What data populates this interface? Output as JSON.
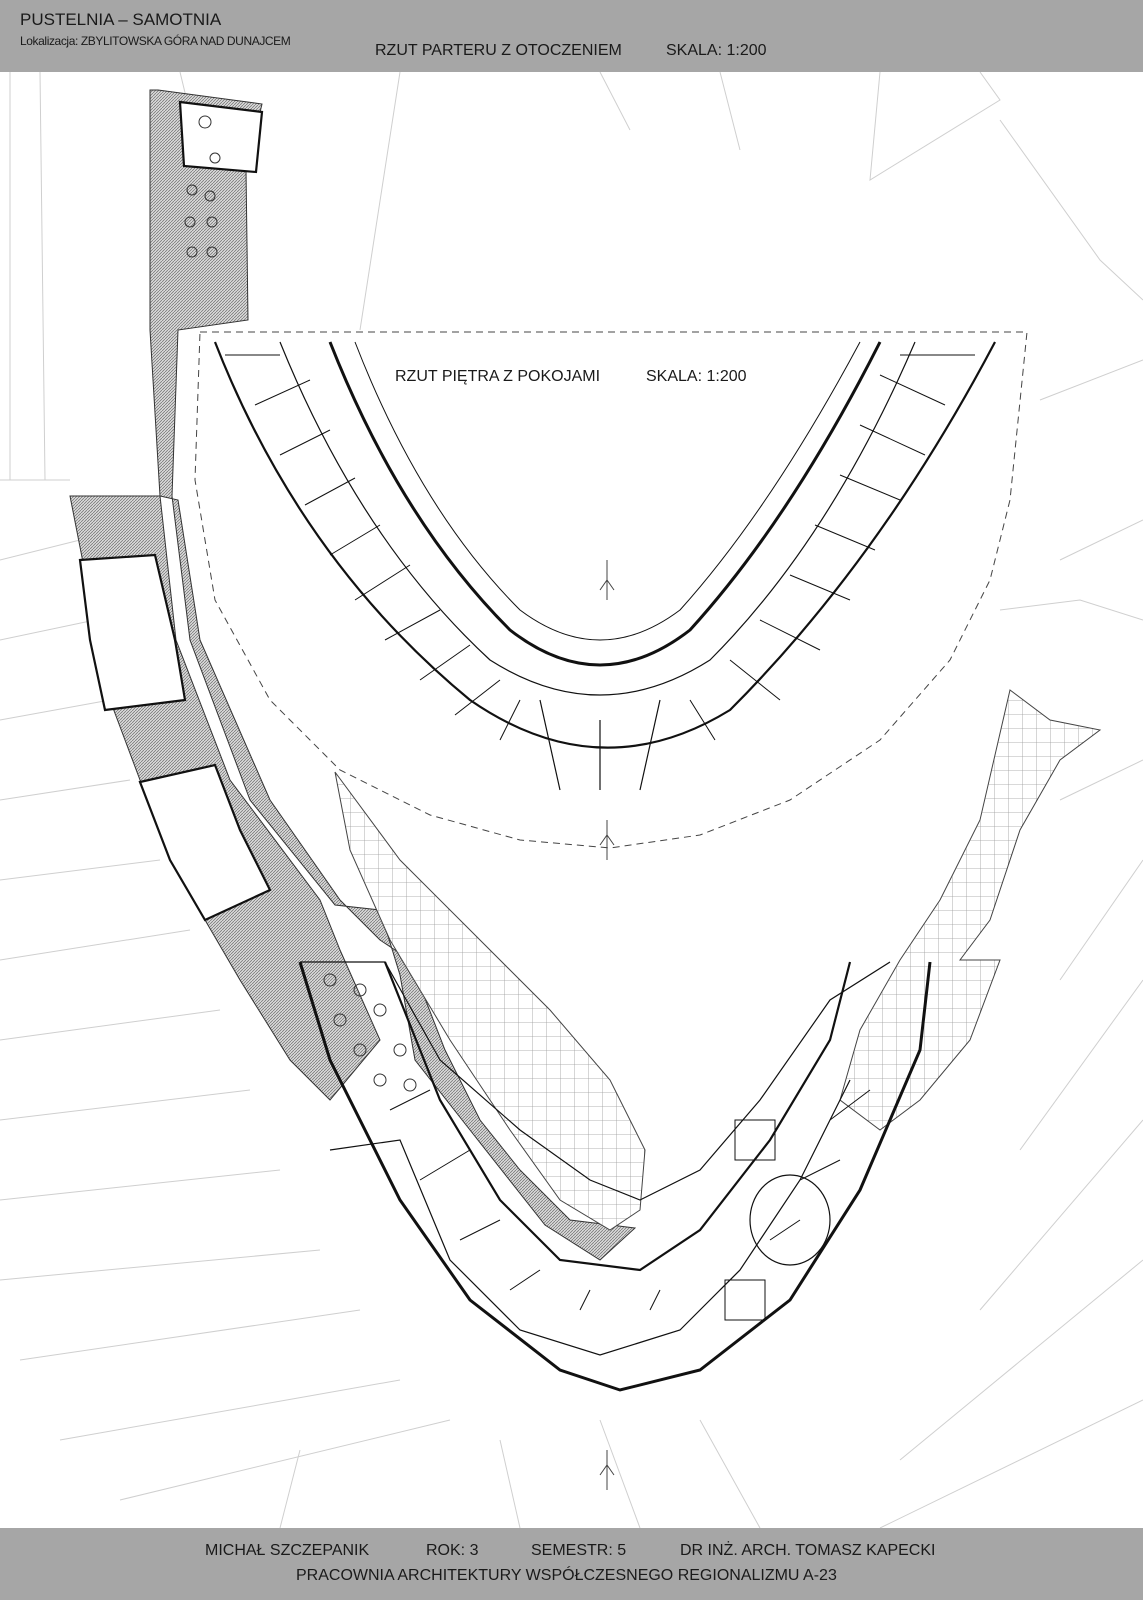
{
  "header": {
    "project_title": "PUSTELNIA – SAMOTNIA",
    "location": "Lokalizacja: ZBYLITOWSKA GÓRA NAD DUNAJCEM",
    "drawing_title": "RZUT PARTERU Z OTOCZENIEM",
    "drawing_scale": "SKALA: 1:200"
  },
  "upper_plan": {
    "title": "RZUT PIĘTRA Z POKOJAMI",
    "scale": "SKALA: 1:200"
  },
  "footer": {
    "author": "MICHAŁ SZCZEPANIK",
    "year": "ROK: 3",
    "semester": "SEMESTR: 5",
    "supervisor": "DR INŻ. ARCH. TOMASZ KAPECKI",
    "studio": "PRACOWNIA ARCHITEKTURY WSPÓŁCZESNEGO REGIONALIZMU A-23"
  },
  "colors": {
    "band": "#a6a6a6",
    "ink": "#1a1a1a",
    "hatch": "#7a7a7a",
    "grid": "#9a9a9a",
    "site_lines": "#cfcfcf"
  }
}
